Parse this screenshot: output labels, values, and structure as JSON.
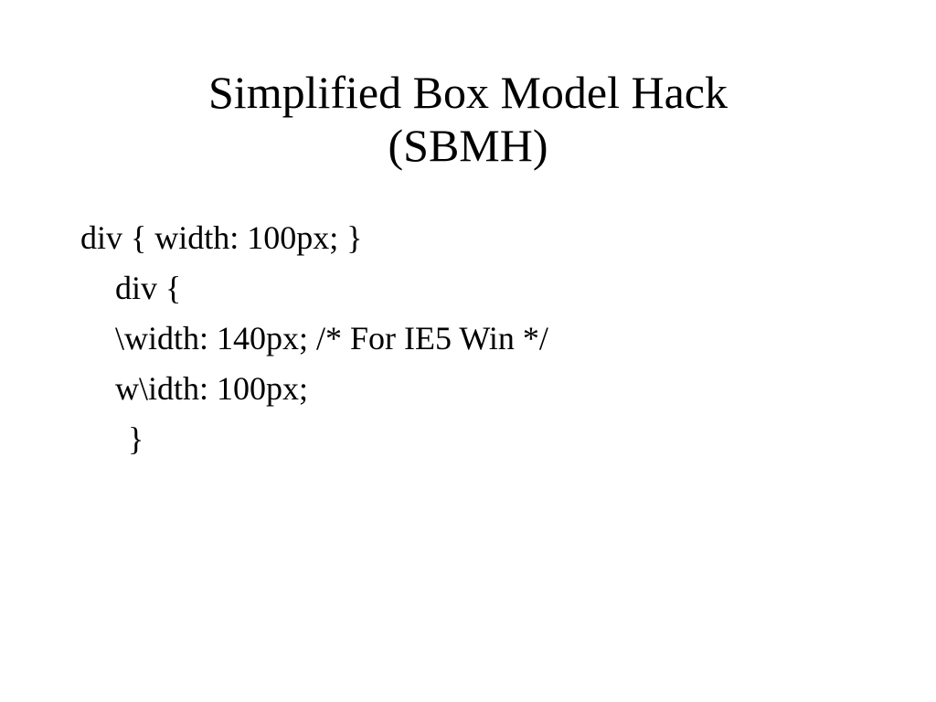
{
  "slide": {
    "title_line1": "Simplified Box Model Hack",
    "title_line2": "(SBMH)",
    "code_lines": [
      "div { width: 100px; }",
      "div {",
      "\\width: 140px; /* For IE5 Win */",
      "w\\idth: 100px;",
      "}"
    ]
  }
}
